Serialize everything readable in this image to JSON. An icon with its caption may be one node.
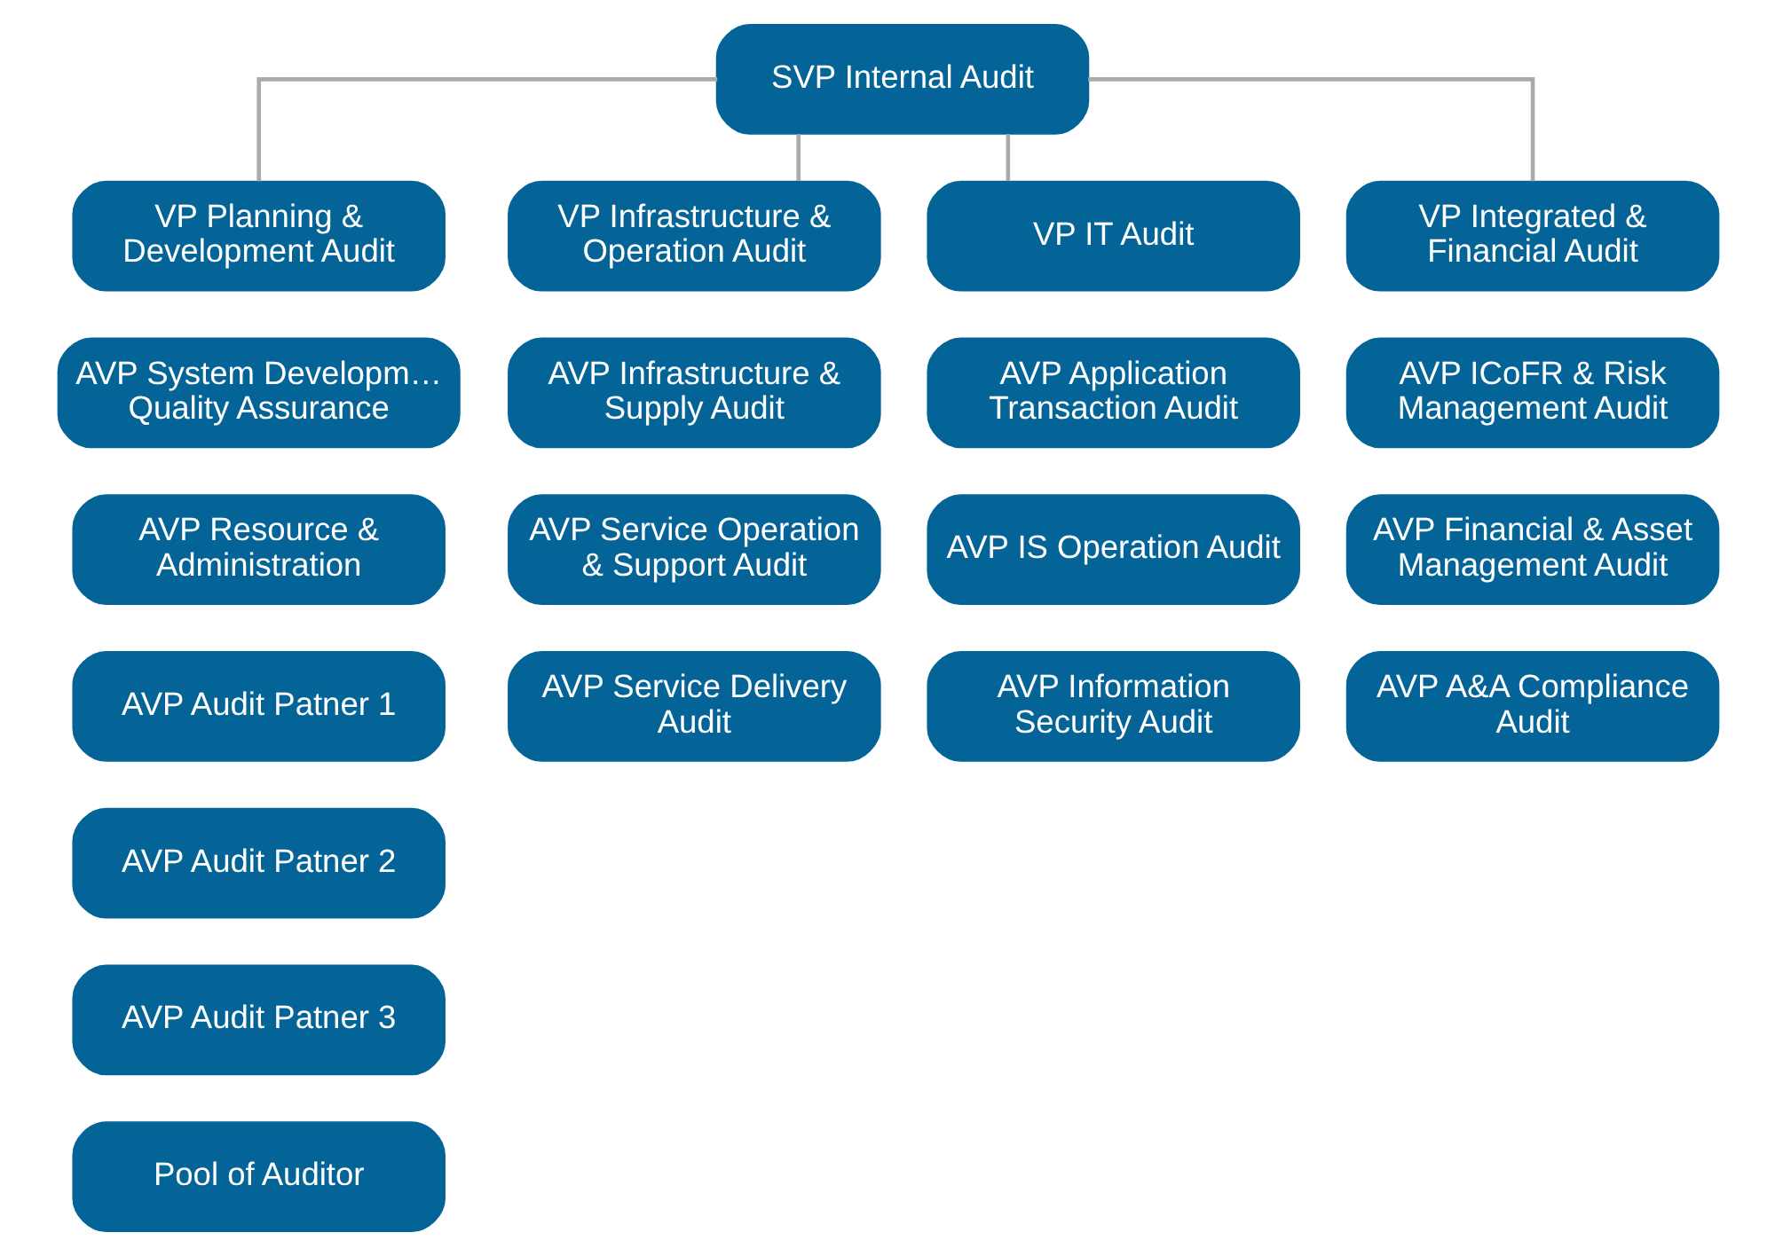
{
  "diagram": {
    "nodes": [
      {
        "text": [
          "SVP Internal Audit"
        ]
      },
      {
        "text": [
          "VP Planning & Development Audit"
        ]
      },
      {
        "text": [
          "VP Infrastructure & Operation Audit"
        ]
      },
      {
        "text": [
          "VP IT Audit"
        ]
      },
      {
        "text": [
          "VP Integrated & Financial Audit"
        ]
      },
      {
        "text": [
          "AVP System Developm… Quality Assurance"
        ]
      },
      {
        "text": [
          "AVP Resource & Administration"
        ]
      },
      {
        "text": [
          "AVP Audit Patner 1"
        ]
      },
      {
        "text": [
          "AVP Audit Patner 2"
        ]
      },
      {
        "text": [
          "AVP Audit Patner 3"
        ]
      },
      {
        "text": [
          "Pool of Auditor"
        ]
      },
      {
        "text": [
          "AVP Infrastructure & Supply Audit"
        ]
      },
      {
        "text": [
          "AVP Service Operation & Support Audit"
        ]
      },
      {
        "text": [
          "AVP Service Delivery Audit"
        ]
      },
      {
        "text": [
          "AVP Application Transaction Audit"
        ]
      },
      {
        "text": [
          "AVP IS Operation Audit"
        ]
      },
      {
        "text": [
          "AVP Information Security Audit"
        ]
      },
      {
        "text": [
          "AVP ICoFR & Risk Management Audit"
        ]
      },
      {
        "text": [
          "AVP Financial & Asset Management Audit"
        ]
      },
      {
        "text": [
          "AVP A&A Compliance Audit"
        ]
      }
    ],
    "edges": [
      {
        "from": 0,
        "to": 1,
        "arrow": "none"
      },
      {
        "from": 0,
        "to": 2,
        "arrow": "none"
      },
      {
        "from": 0,
        "to": 3,
        "arrow": "none"
      },
      {
        "from": 0,
        "to": 4,
        "arrow": "none"
      }
    ]
  }
}
